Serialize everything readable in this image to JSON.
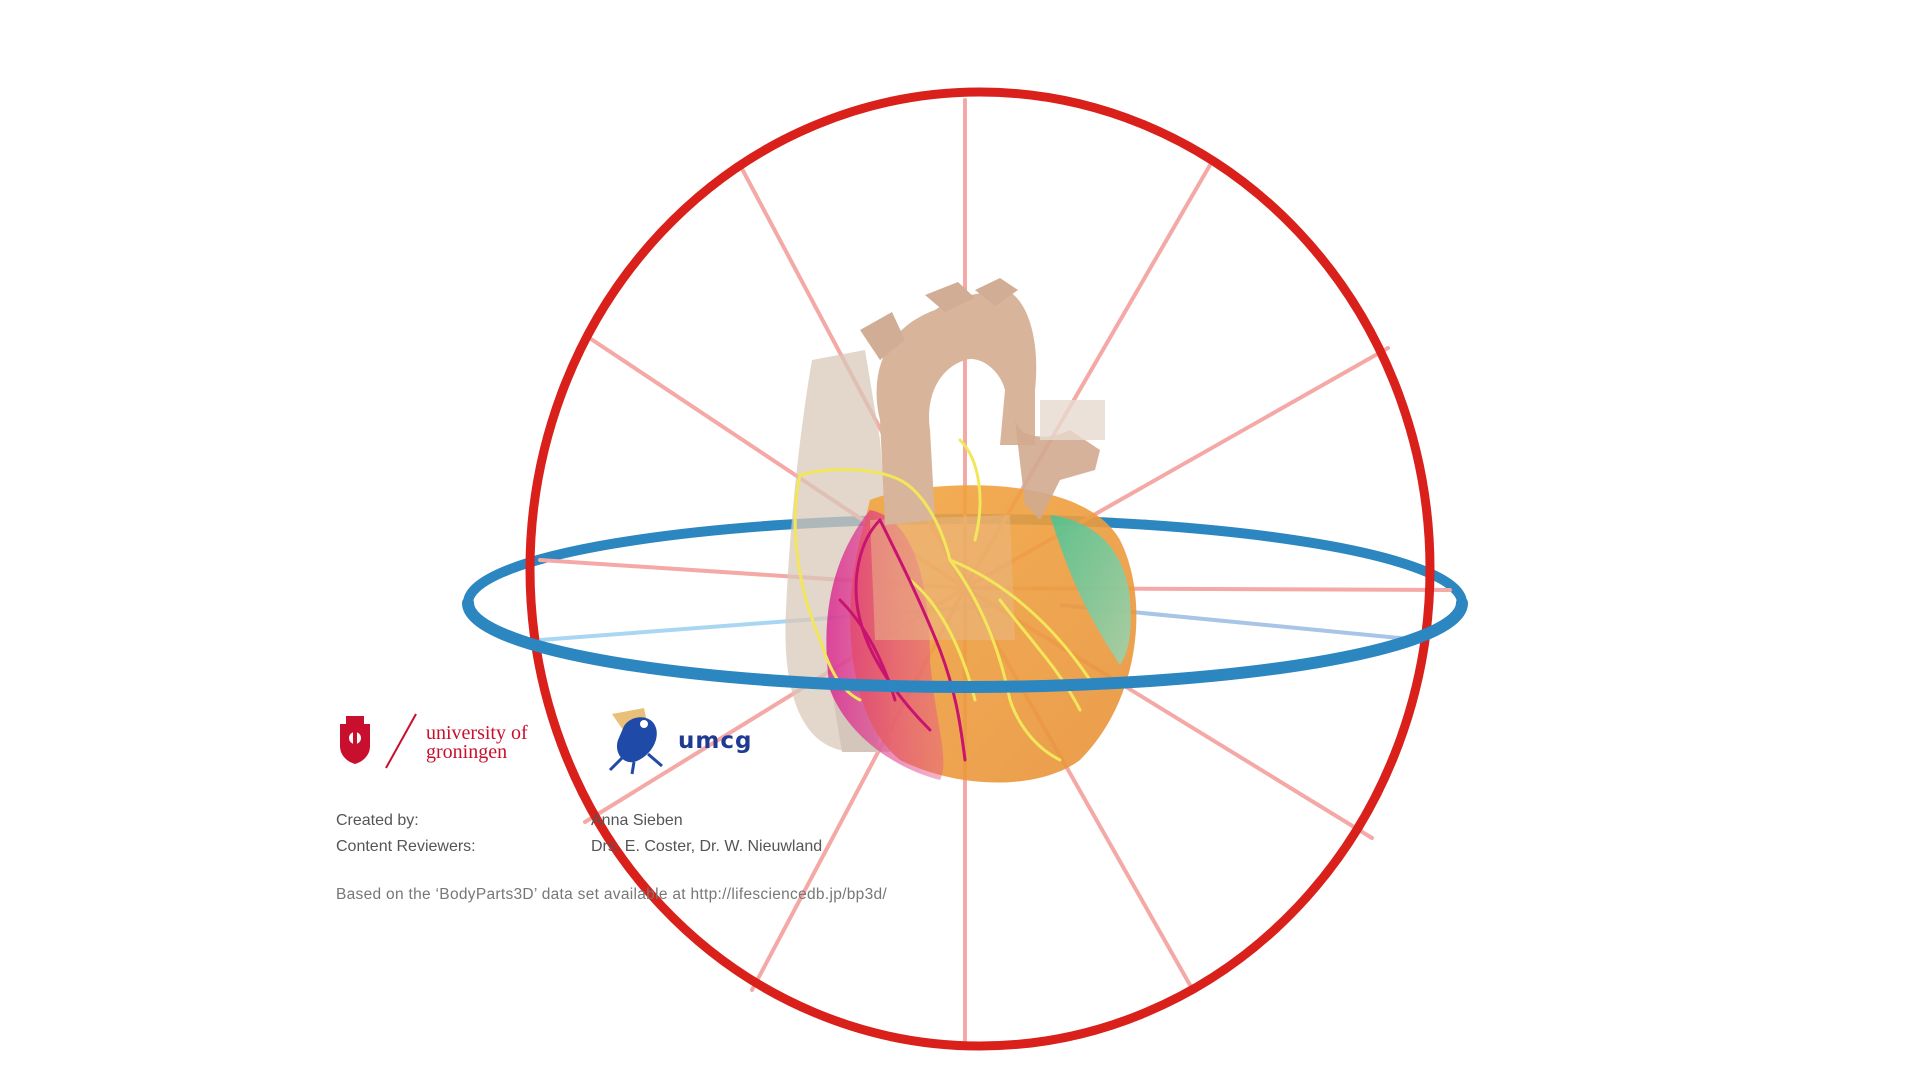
{
  "logos": {
    "university_line1": "university of",
    "university_line2": "groningen",
    "umcg": "umcg"
  },
  "credits": {
    "created_by_label": "Created by:",
    "created_by_value": "Anna Sieben",
    "reviewers_label": "Content Reviewers:",
    "reviewers_value": "Drs. E. Coster, Dr. W. Nieuwland"
  },
  "source_note": "Based on the ‘BodyParts3D’ data set available at http://lifesciencedb.jp/bp3d/",
  "colors": {
    "vertical_ring": "#d9201a",
    "horizontal_ring": "#2c86c0",
    "brand_red": "#c8102e",
    "brand_blue": "#1f3a93"
  },
  "icons": [
    "rug-crest-icon",
    "umcg-frog-icon"
  ]
}
